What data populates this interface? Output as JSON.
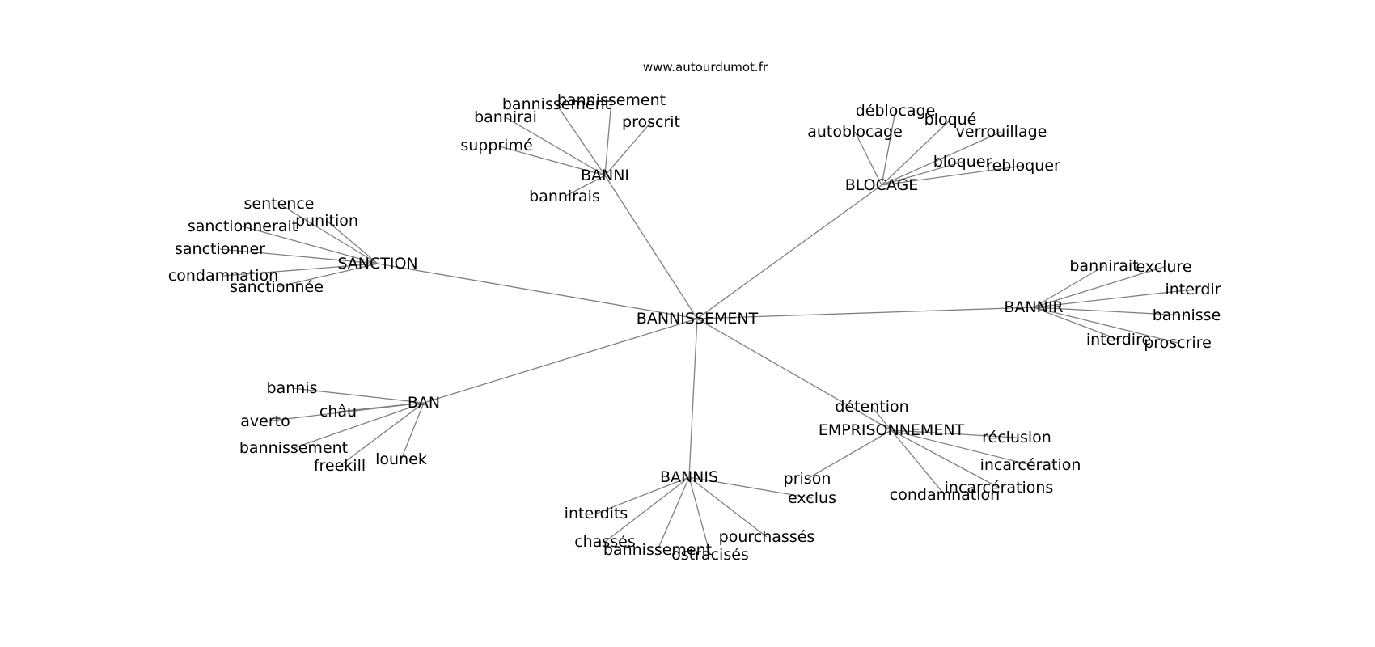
{
  "source_label": "www.autourdumot.fr",
  "colors": {
    "edge": "#808080",
    "text": "#000000",
    "background": "#ffffff"
  },
  "graph": {
    "root": "BANNISSEMENT",
    "clusters": [
      {
        "hub": "BANNI",
        "words": [
          "bannissement",
          "bannissement",
          "bannirai",
          "proscrit",
          "supprimé",
          "bannirais"
        ]
      },
      {
        "hub": "BLOCAGE",
        "words": [
          "déblocage",
          "bloqué",
          "autoblocage",
          "verrouillage",
          "bloquer",
          "rebloquer"
        ]
      },
      {
        "hub": "SANCTION",
        "words": [
          "sentence",
          "punition",
          "sanctionnerait",
          "sanctionner",
          "condamnation",
          "sanctionnée"
        ]
      },
      {
        "hub": "BANNIR",
        "words": [
          "bannirait",
          "exclure",
          "interdir",
          "bannisse",
          "interdire",
          "proscrire"
        ]
      },
      {
        "hub": "BAN",
        "words": [
          "bannis",
          "châu",
          "averto",
          "bannissement",
          "freekill",
          "lounek"
        ]
      },
      {
        "hub": "EMPRISONNEMENT",
        "words": [
          "détention",
          "réclusion",
          "incarcération",
          "incarcérations",
          "condamnation",
          "prison"
        ]
      },
      {
        "hub": "BANNIS",
        "words": [
          "exclus",
          "interdits",
          "pourchassés",
          "chassés",
          "bannissement",
          "ostracisés"
        ]
      }
    ]
  }
}
